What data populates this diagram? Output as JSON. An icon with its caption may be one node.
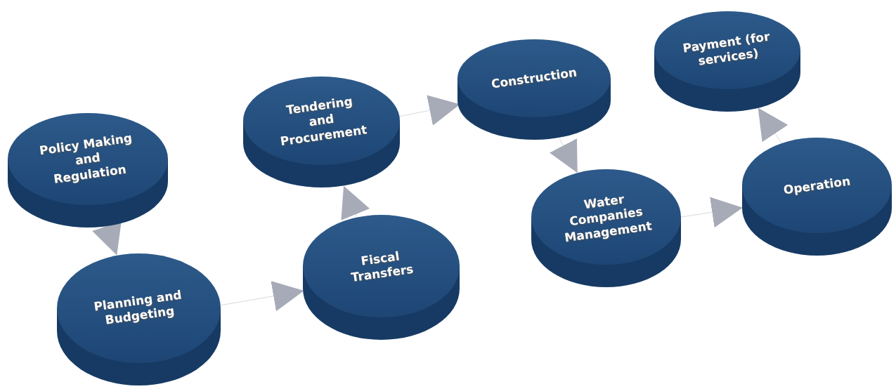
{
  "diagram": {
    "nodes": [
      {
        "text": [
          "Policy Making and Regulation"
        ]
      },
      {
        "text": [
          "Planning and Budgeting"
        ]
      },
      {
        "text": [
          "Fiscal Transfers"
        ]
      },
      {
        "text": [
          "Tendering and Procurement"
        ]
      },
      {
        "text": [
          "Construction"
        ]
      },
      {
        "text": [
          "Water Companies Management"
        ]
      },
      {
        "text": [
          "Operation"
        ]
      },
      {
        "text": [
          "Payment (for services)"
        ]
      }
    ],
    "edges": [
      {
        "from": 0,
        "to": 1,
        "arrow": "to"
      },
      {
        "from": 1,
        "to": 2,
        "arrow": "to"
      },
      {
        "from": 2,
        "to": 3,
        "arrow": "to"
      },
      {
        "from": 3,
        "to": 4,
        "arrow": "to"
      },
      {
        "from": 4,
        "to": 5,
        "arrow": "to"
      },
      {
        "from": 5,
        "to": 6,
        "arrow": "to"
      },
      {
        "from": 6,
        "to": 7,
        "arrow": "to"
      }
    ]
  }
}
